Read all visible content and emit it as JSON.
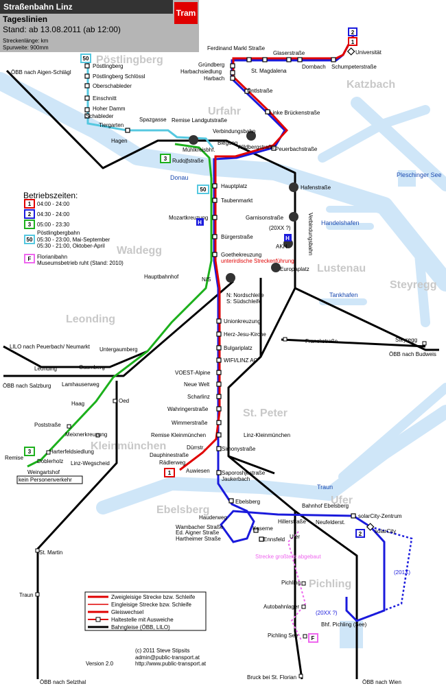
{
  "header": {
    "title": "Straßenbahn Linz",
    "mode_badge": "Tram",
    "subtitle": "Tageslinien",
    "stand": "Stand: ab 13.08.2011 (ab 12:00)",
    "length_note": "Streckenlänge: km",
    "gauge_note": "Spurweite: 900mm"
  },
  "colors": {
    "line1": "#e00000",
    "line2": "#1a1adc",
    "line3": "#1cb01c",
    "line50": "#55c8e0",
    "florian": "#ee66ee",
    "river": "#cfe6f8",
    "network": "#000000",
    "district": "#c8c8c8"
  },
  "districts": [
    "Pöstlingberg",
    "Katzbach",
    "Urfahr",
    "Waldegg",
    "Lustenau",
    "Steyregg",
    "Leonding",
    "St. Peter",
    "Kleinmünchen",
    "Ebelsberg",
    "Ufer",
    "Pichling"
  ],
  "rivers": {
    "donau": "Donau",
    "traun": "Traun",
    "pleschinger_see": "Pleschinger See",
    "handelshafen": "Handelshafen",
    "tankhafen": "Tankhafen"
  },
  "stations": {
    "universitaet": "Universität",
    "ferdinand_markl": "Ferdinand Markl Straße",
    "glaserstrasse": "Glaserstraße",
    "st_magdalena": "St. Magdalena",
    "dornbach": "Dornbach",
    "schumpeter": "Schumpeterstraße",
    "gruendberg": "Gründberg",
    "harbachsiedlung": "Harbachsiedlung",
    "harbach": "Harbach",
    "oentlstrasse": "Öntlstraße",
    "linke_bruecken": "Linke Brückenstraße",
    "peuerbach": "Peuerbachstraße",
    "wildberg": "Wildbergstraße",
    "verbindungsbahn": "Verbindungsbahn",
    "poestlingberg": "Pöstlingberg",
    "poestlingberg_schloessl": "Pöstlingberg Schlössl",
    "oberschableder": "Oberschableder",
    "einschnitt": "Einschnitt",
    "hoher_damm": "Hoher Damm",
    "schableder": "Schableder",
    "tiergarten": "Tiergarten",
    "hagen": "Hagen",
    "spazgasse": "Spazgasse",
    "remise_landgut": "Remise Landgutstraße",
    "muehlkreisbhf": "Mühlkreisbhf.",
    "biegung": "Biegung",
    "rudolfstrasse": "Rudolfstraße",
    "hauptplatz": "Hauptplatz",
    "taubenmarkt": "Taubenmarkt",
    "mozartkreuzung": "Mozartkreuzung",
    "buergerstrasse": "Bürgerstraße",
    "goethekreuzung": "Goethekreuzung",
    "hauptbahnhof": "Hauptbahnhof",
    "hafenstrasse": "Hafenstraße",
    "garnisonstrasse": "Garnisonstraße",
    "akh": "AKH",
    "europaplatz": "Europaplatz",
    "unionkreuzung": "Unionkreuzung",
    "herz_jesu": "Herz-Jesu-Kirche",
    "bulgariplatz": "Bulgariplatz",
    "wifi": "WIFI/LINZ AG",
    "voest": "VOEST-Alpine",
    "neue_welt": "Neue Welt",
    "scharlinz": "Scharlinz",
    "wahringer": "Wahringerstraße",
    "wimmer": "Wimmerstraße",
    "remise_klm": "Remise Kleinmünchen",
    "linz_klm": "Linz-Kleinmünchen",
    "duerrstr": "Dürrstr.",
    "simony": "Simonystraße",
    "dauphine": "Dauphinestraße",
    "raedler": "Rädlerweg",
    "auwiesen": "Auwiesen",
    "saporoshje": "Saporoshjestraße",
    "jaukerbach": "Jaukerbach",
    "ebelsberg": "Ebelsberg",
    "hauderweg": "Hauderweg",
    "wambacher": "Wambacher Straße",
    "aigner": "Ed. Aigner Straße",
    "hartheimer": "Hartheimer Straße",
    "ennsfeld": "Ennsfeld",
    "kaserne": "Kaserne",
    "hiller": "Hillerstraße",
    "bhf_ebelsberg": "Bahnhof Ebelsberg",
    "neufelder": "Neufelderst.",
    "ufer": "Ufer",
    "solarcity_zentrum": "solarCity-Zentrum",
    "solarcity": "solarCity",
    "pichling": "Pichling",
    "autobahnlager": "Autobahnlager",
    "bhf_pichling": "Bhf. Pichling (See)",
    "pichling_see": "Pichling See",
    "bruck": "Bruck bei St. Florian",
    "untergaumberg": "Untergaumberg",
    "gaumberg": "Gaumberg",
    "leonding": "Leonding",
    "lilo": "LILO",
    "lamhauserweg": "Lamhauserweg",
    "oed": "Oed",
    "haag": "Haag",
    "poststrasse": "Poststraße",
    "meixner": "Meixnerkreuzung",
    "harterfeld": "Harterfeldsiedlung",
    "doblerholz": "Doblerholz",
    "remise_w": "Remise",
    "weingartshof": "Weingartshof",
    "linz_wegscheid": "Linz-Wegscheid",
    "st_martin": "St. Martin",
    "traun": "Traun",
    "franckstrasse": "Franckstraße",
    "steyregg_st": "Steyregg",
    "oebb_aigen": "ÖBB nach Aigen-Schlägl",
    "oebb_salzburg": "ÖBB nach Salzburg",
    "lilo_peuerbach": "LILO nach Peuerbach/ Neumarkt",
    "oebb_budweis": "ÖBB nach Budweis",
    "oebb_selzthal": "ÖBB nach Selzthal",
    "oebb_wien": "ÖBB nach Wien"
  },
  "annotations": {
    "n_schleife": "N: Nordschleife",
    "s_schleife": "S: Südschleife",
    "ns": "N/S",
    "unterirdisch": "unterirdische Streckenführung",
    "verbindungsbahn_vertical": "Verbindungsbahn",
    "year_20xx": "(20XX ?)",
    "year_201x": "(201X)",
    "year_20xx_b": "(20XX ?)",
    "strecke_abgebaut": "Strecke großteils abgebaut",
    "kein_personenverkehr": "kein Personenverkehr"
  },
  "legend": {
    "title": "Betriebszeiten:",
    "items": [
      {
        "badge": "1",
        "text": "04:00 - 24:00",
        "color": "#e00000"
      },
      {
        "badge": "2",
        "text": "04:30 - 24:00",
        "color": "#1a1adc"
      },
      {
        "badge": "3",
        "text": "05:00 - 23:30",
        "color": "#1cb01c"
      },
      {
        "badge": "50",
        "text": "Pöstlingbergbahn",
        "line2": "05:30 - 23:00, Mai-September",
        "line3": "05:30 - 21:00, Oktober-April",
        "color": "#55c8e0"
      },
      {
        "badge": "F",
        "text": "Florianibahn",
        "line2": "Museumsbetrieb ruht (Stand: 2010)",
        "color": "#ee66ee"
      }
    ]
  },
  "track_legend": {
    "items": [
      "Zweigleisige Strecke bzw. Schleife",
      "Eingleisige Strecke bzw. Schleife",
      "Gleiswechsel",
      "Haltestelle mit Ausweiche",
      "Bahngleise (ÖBB, LILO)"
    ]
  },
  "credits": {
    "copyright": "(c) 2011 Steve Stipsits",
    "email": "admin@public-transport.at",
    "url": "http://www.public-transport.at",
    "version": "Version 2.0"
  }
}
